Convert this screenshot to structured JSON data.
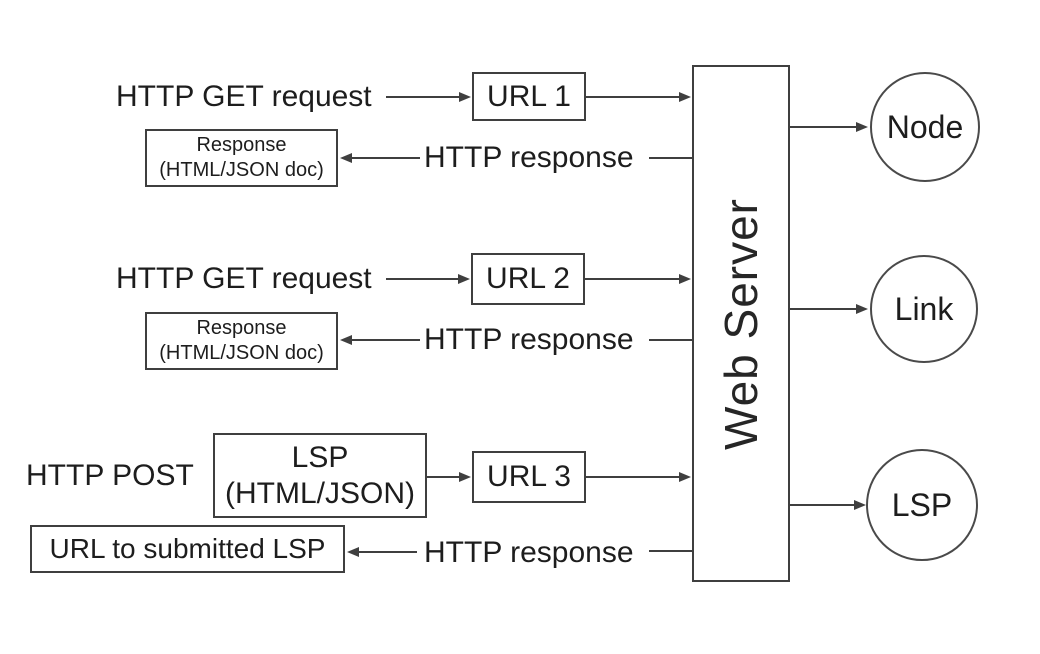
{
  "flows": [
    {
      "request": "HTTP GET request",
      "url": "URL 1",
      "response": "HTTP response",
      "response_box": [
        "Response",
        "(HTML/JSON doc)"
      ]
    },
    {
      "request": "HTTP GET request",
      "url": "URL 2",
      "response": "HTTP response",
      "response_box": [
        "Response",
        "(HTML/JSON doc)"
      ]
    },
    {
      "request": "HTTP POST",
      "payload": [
        "LSP",
        "(HTML/JSON)"
      ],
      "url": "URL 3",
      "response": "HTTP response",
      "response_box": [
        "URL to submitted LSP"
      ]
    }
  ],
  "server": {
    "label": "Web Server"
  },
  "endpoints": [
    {
      "label": "Node"
    },
    {
      "label": "Link"
    },
    {
      "label": "LSP"
    }
  ],
  "colors": {
    "stroke": "#3f3f3f",
    "text": "#1d1d1d",
    "background": "#ffffff"
  }
}
